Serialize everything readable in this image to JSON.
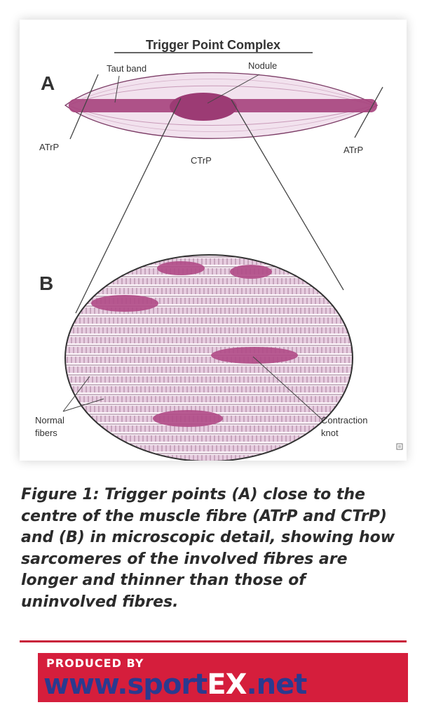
{
  "diagram": {
    "title": "Trigger Point Complex",
    "panel_a_letter": "A",
    "panel_b_letter": "B",
    "labels": {
      "taut_band": "Taut band",
      "nodule": "Nodule",
      "atrp_left": "ATrP",
      "atrp_right": "ATrP",
      "ctrp": "CTrP",
      "normal_fibers": [
        "Normal",
        "fibers"
      ],
      "contraction_knot": [
        "Contraction",
        "knot"
      ]
    },
    "colors": {
      "fiber": "#b04a86",
      "fiber_light": "#e7cde0",
      "outline": "#444444"
    }
  },
  "caption": "Figure 1: Trigger points (A) close to the centre of the muscle fibre (ATrP and CTrP) and (B) in microscopic detail, showing how sarcomeres of the involved fibres are longer and thinner than those of uninvolved fibres.",
  "banner": {
    "top_text": "PRODUCED BY",
    "url_prefix": "www.sport",
    "url_brand": "EX",
    "url_suffix": ".net",
    "background_color": "#d51e3c",
    "url_color": "#2a3a8f"
  }
}
